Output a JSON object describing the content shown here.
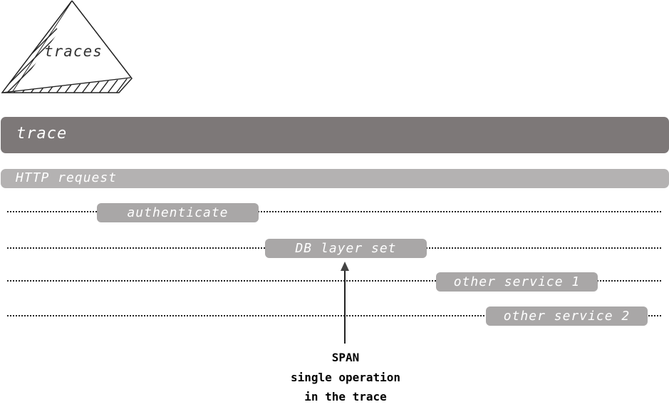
{
  "logo": {
    "text": "traces"
  },
  "trace": {
    "label": "trace"
  },
  "http_request": {
    "label": "HTTP request"
  },
  "spans": [
    {
      "label": "authenticate"
    },
    {
      "label": "DB layer set"
    },
    {
      "label": "other service 1"
    },
    {
      "label": "other service 2"
    }
  ],
  "annotation": {
    "lines": [
      "SPAN",
      "single operation",
      "in the trace"
    ]
  }
}
